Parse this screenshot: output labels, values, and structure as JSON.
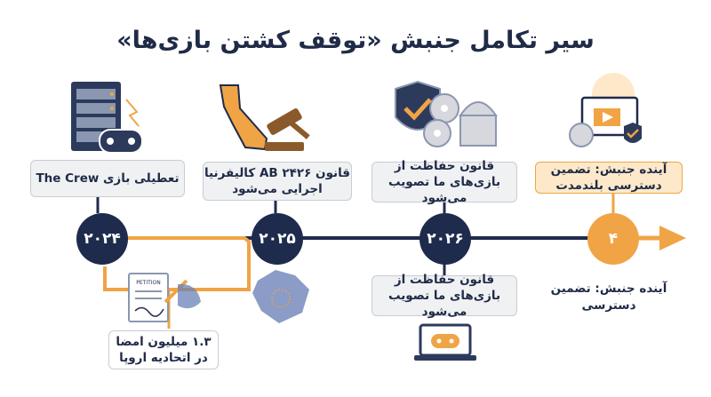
{
  "title": "سیر تکامل جنبش «توقف کشتن بازی‌ها»",
  "milestones": [
    {
      "node": "۲۰۲۴",
      "label": "تعطیلی بازی The Crew",
      "icon": "server-controller-icon"
    },
    {
      "node": "۲۰۲۵",
      "label": "قانون AB ۲۴۲۶ کالیفرنیا اجرایی می‌شود",
      "icon": "california-gavel-icon"
    },
    {
      "node": "۲۰۲۶",
      "label": "قانون حفاظت از بازی‌های ما تصویب می‌شود",
      "icon": "shield-disc-capitol-icon"
    },
    {
      "node": "۴",
      "label": "آینده جنبش: تضمین دسترسی بلندمدت",
      "icon": "screen-disc-shield-icon"
    }
  ],
  "branches": {
    "petition_label": "۱.۳ میلیون امضا در اتحادیه اروپا",
    "petition_sign": "PETITION",
    "eu_icon": "eu-map-icon",
    "law_duplicate_label": "قانون حفاظت از بازی‌های ما تصویب می‌شود",
    "laptop_icon": "laptop-gamepad-icon",
    "future_note": "آینده جنبش: تضمین دسترسی"
  },
  "colors": {
    "navy": "#1f2b4d",
    "orange": "#f0a445",
    "light_orange": "#fde9c9",
    "grey": "#f0f1f3"
  }
}
